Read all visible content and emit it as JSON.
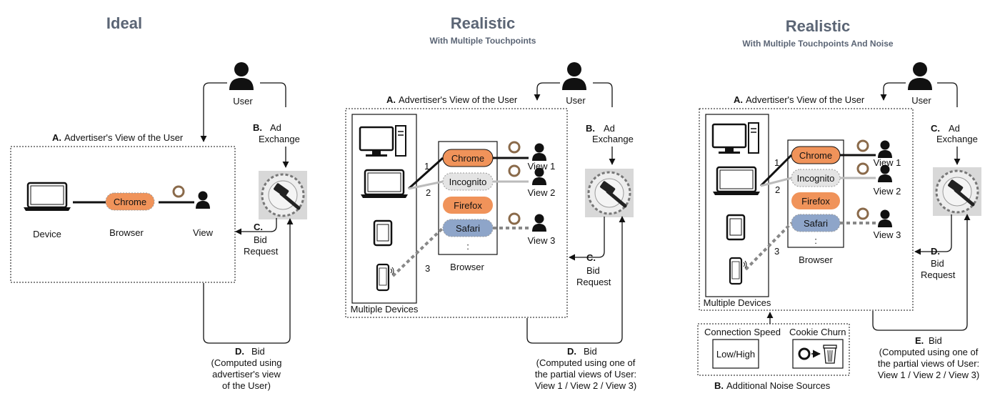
{
  "panels": {
    "ideal": {
      "title": "Ideal",
      "view_box_label": "A.",
      "view_box_text": "Advertiser's View of the User",
      "user": "User",
      "ad_exchange": {
        "letter": "B.",
        "line1": "Ad",
        "line2": "Exchange"
      },
      "bid_request": {
        "letter": "C.",
        "line1": "Bid",
        "line2": "Request"
      },
      "bid": {
        "letter": "D.",
        "line1": "Bid",
        "line2": "(Computed using",
        "line3": "advertiser's view",
        "line4": "of the User)"
      },
      "device": "Device",
      "browser": "Browser",
      "view": "View",
      "chrome": "Chrome"
    },
    "realistic": {
      "title": "Realistic",
      "subtitle": "With Multiple Touchpoints",
      "view_box_label": "A.",
      "view_box_text": "Advertiser's View of the User",
      "user": "User",
      "ad_exchange": {
        "letter": "B.",
        "line1": "Ad",
        "line2": "Exchange"
      },
      "bid_request": {
        "letter": "C.",
        "line1": "Bid",
        "line2": "Request"
      },
      "bid": {
        "letter": "D.",
        "line1": "Bid",
        "line2": "(Computed using one of",
        "line3": "the partial views of User:",
        "line4": "View 1 / View 2 / View 3)"
      },
      "browsers": [
        "Chrome",
        "Incognito",
        "Firefox",
        "Safari",
        ":"
      ],
      "browser_label": "Browser",
      "devices_label": "Multiple Devices",
      "views": [
        "View 1",
        "View 2",
        "View 3"
      ],
      "links": [
        "1",
        "2",
        "3"
      ]
    },
    "noise": {
      "title": "Realistic",
      "subtitle": "With Multiple Touchpoints And Noise",
      "view_box_label": "A.",
      "view_box_text": "Advertiser's View of the User",
      "user": "User",
      "ad_exchange": {
        "letter": "C.",
        "line1": "Ad",
        "line2": "Exchange"
      },
      "bid_request": {
        "letter": "D.",
        "line1": "Bid",
        "line2": "Request"
      },
      "bid": {
        "letter": "E.",
        "line1": "Bid",
        "line2": "(Computed using one of",
        "line3": "the partial views of User:",
        "line4": "View 1 / View 2 / View 3)"
      },
      "browsers": [
        "Chrome",
        "Incognito",
        "Firefox",
        "Safari",
        ":"
      ],
      "browser_label": "Browser",
      "devices_label": "Multiple Devices",
      "views": [
        "View 1",
        "View 2",
        "View 3"
      ],
      "links": [
        "1",
        "2",
        "3"
      ],
      "noise_box": {
        "letter": "B.",
        "text": "Additional Noise Sources",
        "connection_speed": "Connection Speed",
        "low_high": "Low/High",
        "cookie_churn": "Cookie Churn"
      }
    }
  },
  "auction_text": "AUCTION",
  "colors": {
    "chrome": "#f0935a",
    "incognito": "#e4e4e4",
    "firefox": "#f0935a",
    "safari": "#8ea5c9",
    "title": "#5b6575"
  }
}
